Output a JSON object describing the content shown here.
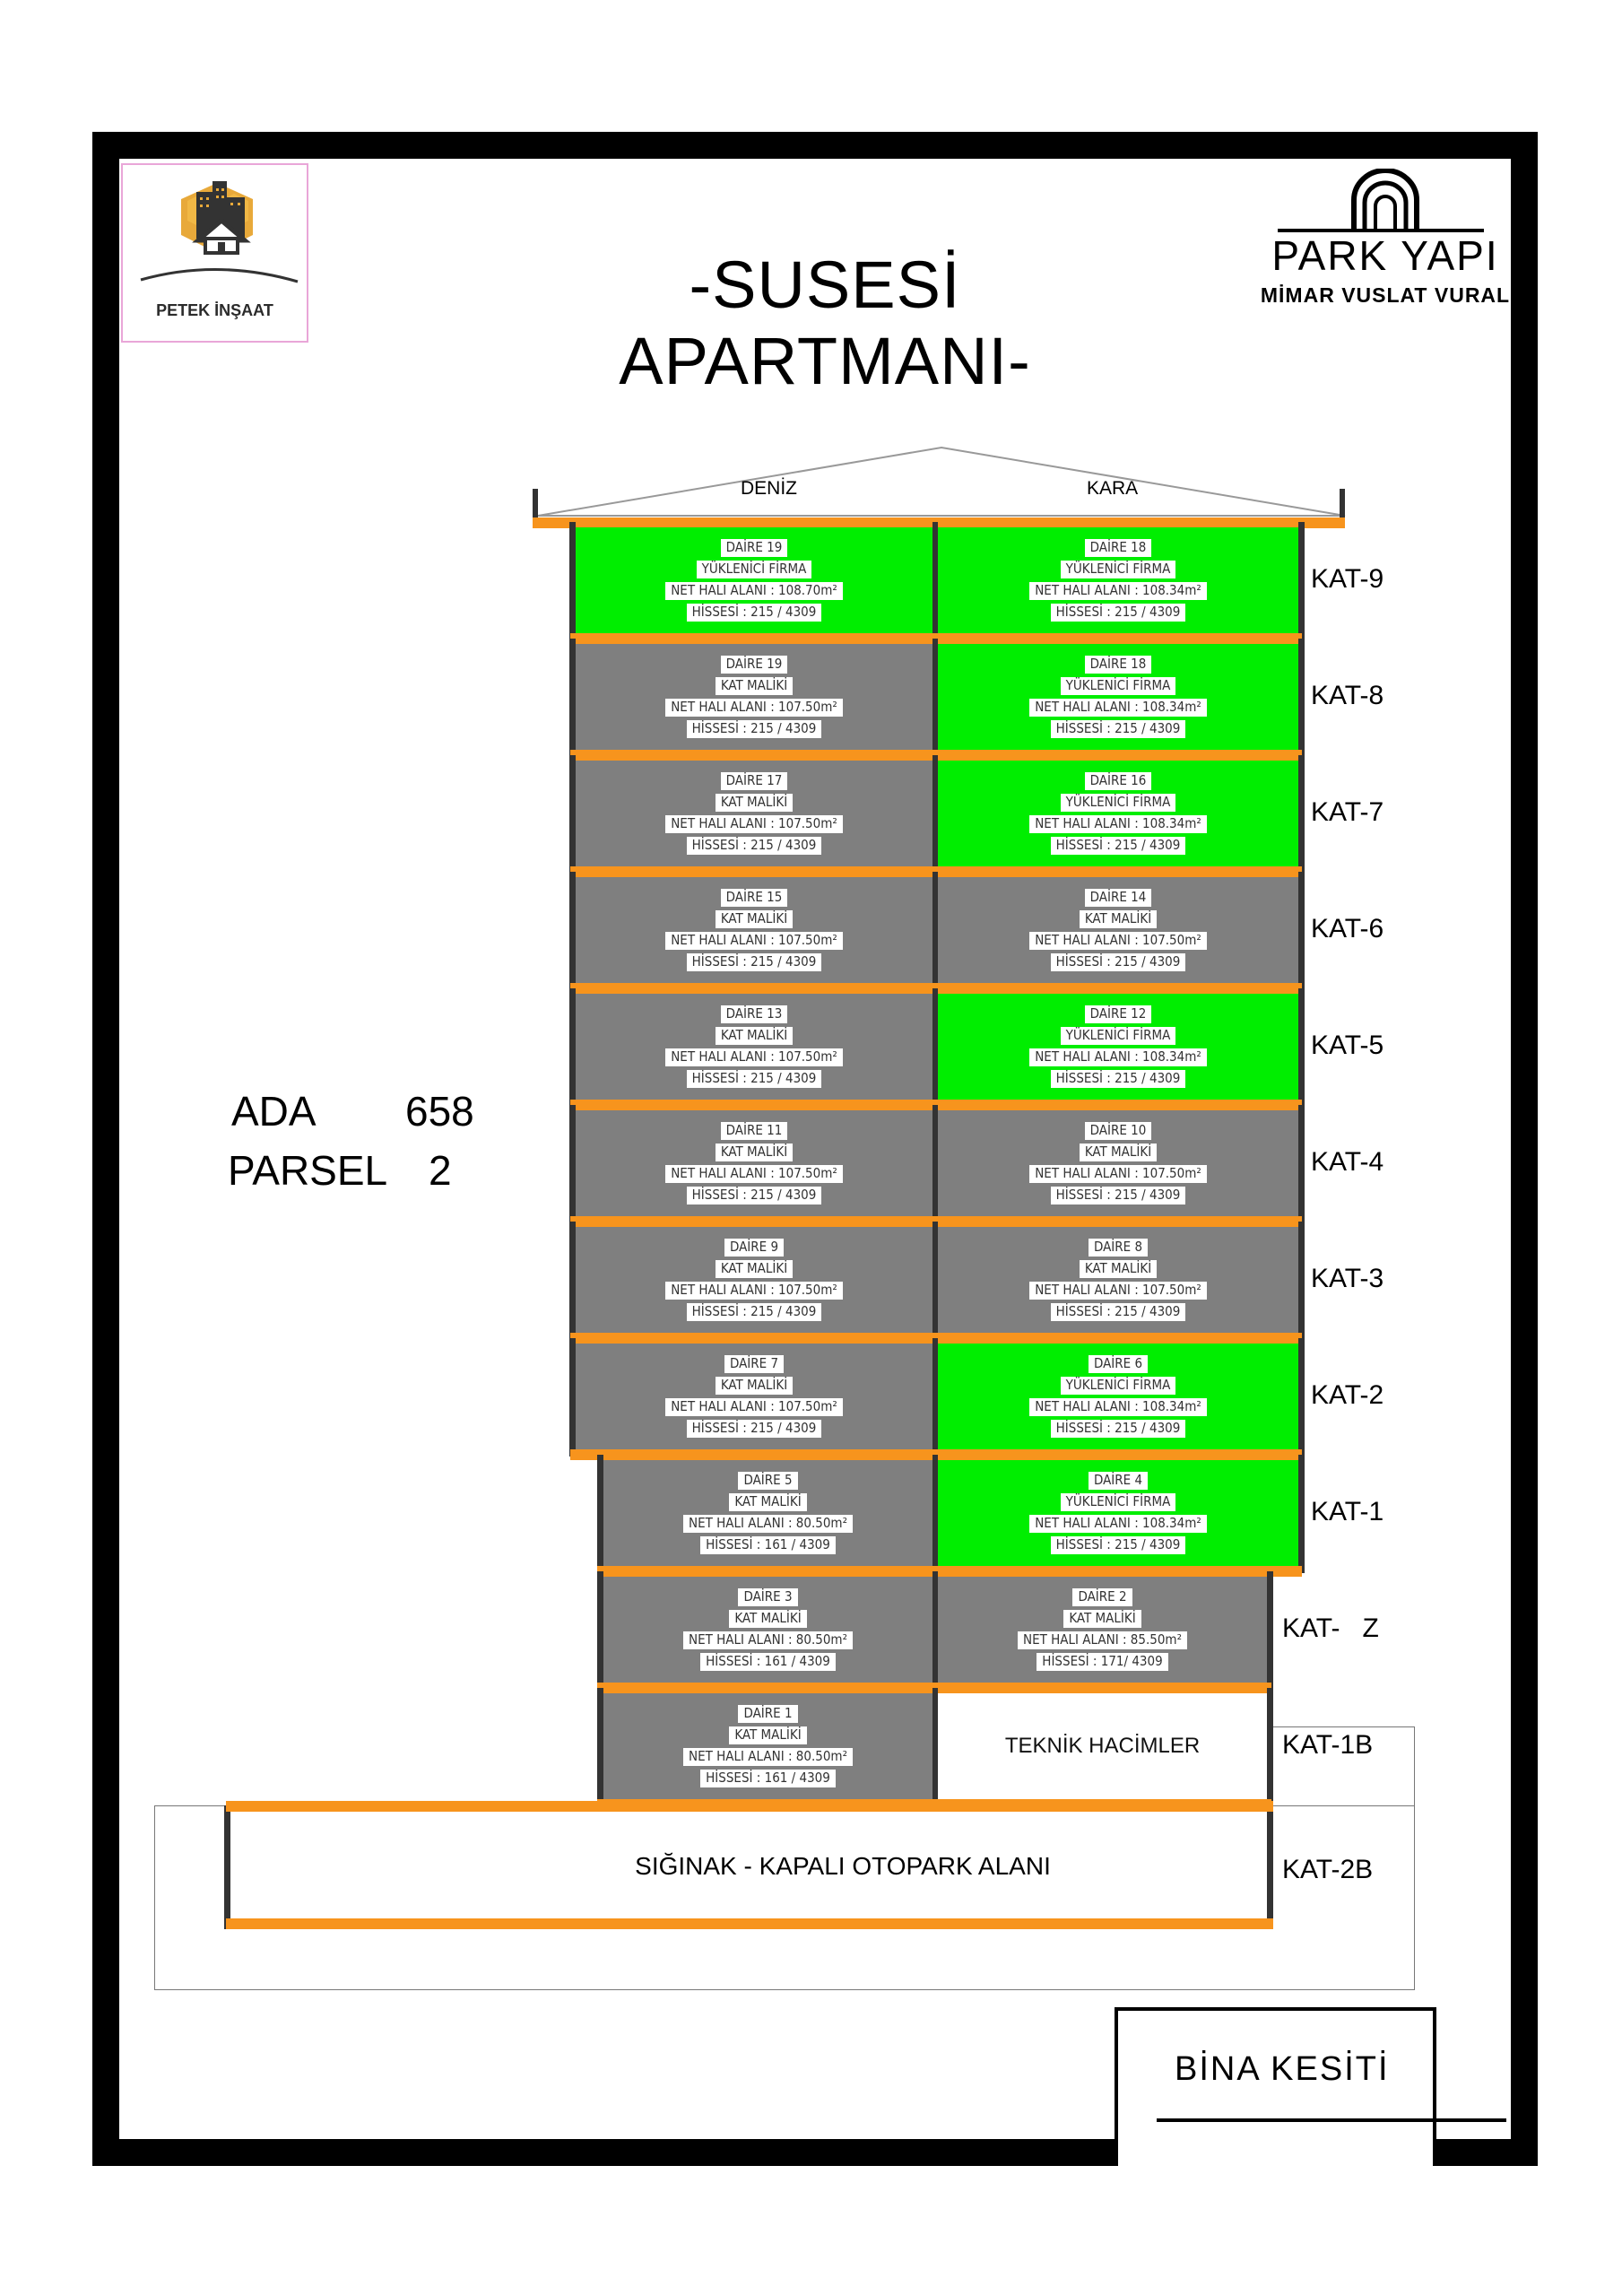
{
  "title": "-SUSESİ APARTMANI-",
  "left_logo": {
    "text": "PETEK İNŞAAT",
    "icon": "building-house-hexagon-logo"
  },
  "right_logo": {
    "name": "PARK YAPI",
    "subtitle": "MİMAR VUSLAT VURAL",
    "icon": "arch-logo"
  },
  "plot": {
    "ada_label": "ADA",
    "ada_value": "658",
    "parsel_label": "PARSEL",
    "parsel_value": "2"
  },
  "roof": {
    "left": "DENİZ",
    "right": "KARA"
  },
  "colors": {
    "contractor": "#00ee00",
    "owner": "#7f7f7f",
    "slab": "#f7941d"
  },
  "floors": [
    {
      "label": "KAT-9",
      "left": {
        "status": "contractor",
        "name": "DAİRE 19",
        "owner": "YÜKLENİCİ FİRMA",
        "area": "NET HALI ALANI : 108.70m²",
        "share": "HİSSESİ : 215 / 4309"
      },
      "right": {
        "status": "contractor",
        "name": "DAİRE 18",
        "owner": "YÜKLENİCİ FİRMA",
        "area": "NET HALI ALANI : 108.34m²",
        "share": "HİSSESİ : 215 / 4309"
      }
    },
    {
      "label": "KAT-8",
      "left": {
        "status": "owner",
        "name": "DAİRE 19",
        "owner": "KAT MALİKİ",
        "area": "NET HALI ALANI : 107.50m²",
        "share": "HİSSESİ : 215 / 4309"
      },
      "right": {
        "status": "contractor",
        "name": "DAİRE 18",
        "owner": "YÜKLENİCİ FİRMA",
        "area": "NET HALI ALANI : 108.34m²",
        "share": "HİSSESİ : 215 / 4309"
      }
    },
    {
      "label": "KAT-7",
      "left": {
        "status": "owner",
        "name": "DAİRE 17",
        "owner": "KAT MALİKİ",
        "area": "NET HALI ALANI : 107.50m²",
        "share": "HİSSESİ : 215 / 4309"
      },
      "right": {
        "status": "contractor",
        "name": "DAİRE 16",
        "owner": "YÜKLENİCİ FİRMA",
        "area": "NET HALI ALANI : 108.34m²",
        "share": "HİSSESİ : 215 / 4309"
      }
    },
    {
      "label": "KAT-6",
      "left": {
        "status": "owner",
        "name": "DAİRE 15",
        "owner": "KAT MALİKİ",
        "area": "NET HALI ALANI : 107.50m²",
        "share": "HİSSESİ : 215 / 4309"
      },
      "right": {
        "status": "owner",
        "name": "DAİRE 14",
        "owner": "KAT MALİKİ",
        "area": "NET HALI ALANI : 107.50m²",
        "share": "HİSSESİ : 215 / 4309"
      }
    },
    {
      "label": "KAT-5",
      "left": {
        "status": "owner",
        "name": "DAİRE 13",
        "owner": "KAT MALİKİ",
        "area": "NET HALI ALANI : 107.50m²",
        "share": "HİSSESİ : 215 / 4309"
      },
      "right": {
        "status": "contractor",
        "name": "DAİRE 12",
        "owner": "YÜKLENİCİ FİRMA",
        "area": "NET HALI ALANI : 108.34m²",
        "share": "HİSSESİ : 215 / 4309"
      }
    },
    {
      "label": "KAT-4",
      "left": {
        "status": "owner",
        "name": "DAİRE 11",
        "owner": "KAT MALİKİ",
        "area": "NET HALI ALANI : 107.50m²",
        "share": "HİSSESİ : 215 / 4309"
      },
      "right": {
        "status": "owner",
        "name": "DAİRE 10",
        "owner": "KAT MALİKİ",
        "area": "NET HALI ALANI : 107.50m²",
        "share": "HİSSESİ : 215 / 4309"
      }
    },
    {
      "label": "KAT-3",
      "left": {
        "status": "owner",
        "name": "DAİRE 9",
        "owner": "KAT MALİKİ",
        "area": "NET HALI ALANI : 107.50m²",
        "share": "HİSSESİ : 215 / 4309"
      },
      "right": {
        "status": "owner",
        "name": "DAİRE 8",
        "owner": "KAT MALİKİ",
        "area": "NET HALI ALANI : 107.50m²",
        "share": "HİSSESİ : 215 / 4309"
      }
    },
    {
      "label": "KAT-2",
      "left": {
        "status": "owner",
        "name": "DAİRE 7",
        "owner": "KAT MALİKİ",
        "area": "NET HALI ALANI : 107.50m²",
        "share": "HİSSESİ : 215 / 4309"
      },
      "right": {
        "status": "contractor",
        "name": "DAİRE 6",
        "owner": "YÜKLENİCİ FİRMA",
        "area": "NET HALI ALANI : 108.34m²",
        "share": "HİSSESİ : 215 / 4309"
      }
    },
    {
      "label": "KAT-1",
      "left": {
        "status": "owner",
        "name": "DAİRE 5",
        "owner": "KAT MALİKİ",
        "area": "NET HALI ALANI : 80.50m²",
        "share": "HİSSESİ : 161 / 4309"
      },
      "right": {
        "status": "contractor",
        "name": "DAİRE 4",
        "owner": "YÜKLENİCİ FİRMA",
        "area": "NET HALI ALANI : 108.34m²",
        "share": "HİSSESİ : 215 / 4309"
      }
    },
    {
      "label": "KAT-   Z",
      "left": {
        "status": "owner",
        "name": "DAİRE 3",
        "owner": "KAT MALİKİ",
        "area": "NET HALI ALANI : 80.50m²",
        "share": "HİSSESİ : 161 / 4309"
      },
      "right": {
        "status": "owner",
        "name": "DAİRE 2",
        "owner": "KAT MALİKİ",
        "area": "NET HALI ALANI : 85.50m²",
        "share": "HİSSESİ : 171/ 4309"
      }
    },
    {
      "label": "KAT-1B",
      "left": {
        "status": "owner",
        "name": "DAİRE 1",
        "owner": "KAT MALİKİ",
        "area": "NET HALI ALANI : 80.50m²",
        "share": "HİSSESİ : 161 / 4309"
      },
      "right_text": "TEKNİK HACİMLER"
    },
    {
      "label": "KAT-2B",
      "full_text": "SIĞINAK - KAPALI OTOPARK ALANI"
    }
  ],
  "section_title": "BİNA KESİTİ"
}
